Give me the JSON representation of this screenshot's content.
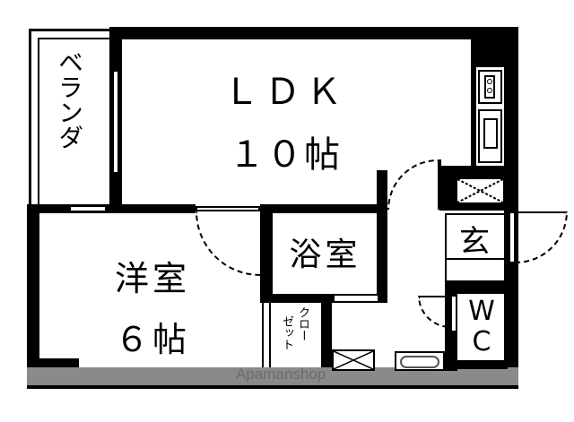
{
  "floorplan": {
    "rooms": {
      "ldk": {
        "name": "ＬＤＫ",
        "size": "１０帖"
      },
      "western_room": {
        "name": "洋室",
        "size": "６帖"
      },
      "bathroom": {
        "name": "浴室"
      },
      "entrance": {
        "name": "玄"
      },
      "toilet": {
        "name": "ＷＣ",
        "line1": "W",
        "line2": "C"
      },
      "closet": {
        "name": "クローゼット",
        "col1": "クロー",
        "col2": "ゼット"
      },
      "veranda": {
        "name": "ベランダ"
      }
    },
    "fixtures": [
      "stove",
      "sink",
      "refrigerator-space",
      "washer-space",
      "washbasin"
    ],
    "colors": {
      "wall": "#000000",
      "floor": "#ffffff",
      "band": "#8a8a8a"
    }
  },
  "watermark": "Apamanshop"
}
